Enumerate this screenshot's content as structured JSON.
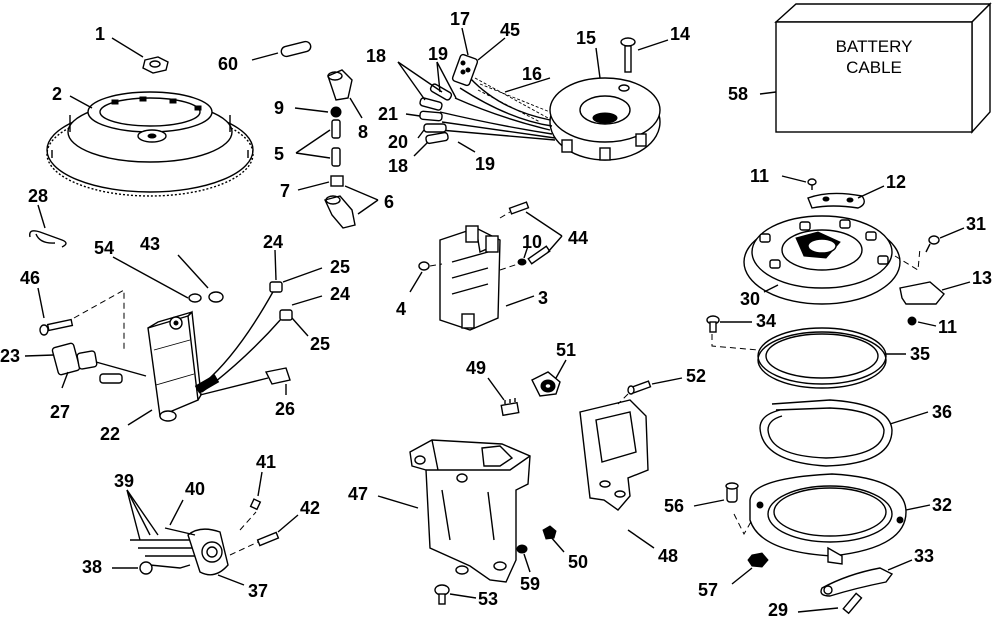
{
  "battery_cable_box": {
    "line1": "BATTERY",
    "line2": "CABLE"
  },
  "callouts": {
    "c1": "1",
    "c2": "2",
    "c3": "3",
    "c4": "4",
    "c5": "5",
    "c6": "6",
    "c7": "7",
    "c8": "8",
    "c9": "9",
    "c10": "10",
    "c11a": "11",
    "c11b": "11",
    "c12": "12",
    "c13": "13",
    "c14": "14",
    "c15": "15",
    "c16": "16",
    "c17": "17",
    "c18a": "18",
    "c18b": "18",
    "c19a": "19",
    "c19b": "19",
    "c20": "20",
    "c21": "21",
    "c22": "22",
    "c23": "23",
    "c24a": "24",
    "c24b": "24",
    "c25a": "25",
    "c25b": "25",
    "c26": "26",
    "c27": "27",
    "c28": "28",
    "c29": "29",
    "c30": "30",
    "c31": "31",
    "c32": "32",
    "c33": "33",
    "c34": "34",
    "c35": "35",
    "c36": "36",
    "c37": "37",
    "c38": "38",
    "c39": "39",
    "c40": "40",
    "c41": "41",
    "c42": "42",
    "c43": "43",
    "c44": "44",
    "c45": "45",
    "c46": "46",
    "c47": "47",
    "c48": "48",
    "c49": "49",
    "c50": "50",
    "c51": "51",
    "c52": "52",
    "c53": "53",
    "c54": "54",
    "c56": "56",
    "c57": "57",
    "c58": "58",
    "c59": "59",
    "c60": "60"
  }
}
